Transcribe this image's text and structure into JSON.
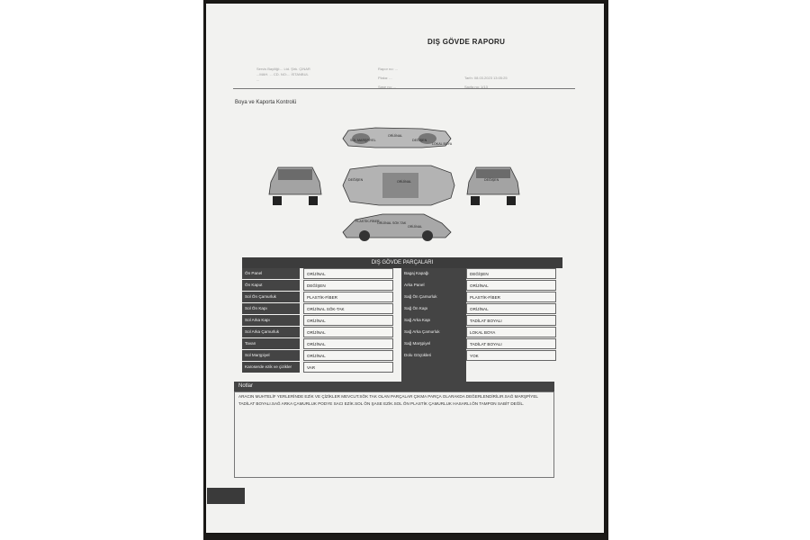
{
  "document": {
    "title": "DIŞ GÖVDE RAPORU",
    "section_title": "Boya ve Kaporta Kontrolü",
    "header_left": [
      "Servis Bayiliği:... Ltd. Şirk. ÇINAR",
      "...MAH. ... CD. NO:... İSTANBUL",
      "..."
    ],
    "header_mid": [
      "Rapor no: ...",
      "Plaka: ...",
      "Şase no: ..."
    ],
    "header_right": [
      "Tarih: 08.03.2023 13:05:25",
      "Sayfa no: 1/13"
    ],
    "car_labels": {
      "top_left": "SOL MARŞPİYEL",
      "top_mid": "ORİJİNAL",
      "top_mid2": "DEĞİŞEN",
      "top_right": "LOKAL BOYA",
      "middle_left": "DEĞİŞEN",
      "middle_mid": "ORİJİNAL",
      "rear": "DEĞİŞEN",
      "bottom_a": "ORİJİNAL SÖK TAK",
      "bottom_b": "PLASTİK-FİBER",
      "bottom_c": "ORİJİNAL"
    }
  },
  "table": {
    "header": "DIŞ GÖVDE PARÇALARI",
    "left": [
      {
        "label": "Ön Panel",
        "value": "ORİJİNAL"
      },
      {
        "label": "Ön Kaput",
        "value": "DEĞİŞEN"
      },
      {
        "label": "Sol Ön Çamurluk",
        "value": "PLASTİK-FİBER"
      },
      {
        "label": "Sol Ön Kapı",
        "value": "ORİJİNAL SÖK-TAK"
      },
      {
        "label": "Sol Arka Kapı",
        "value": "ORİJİNAL"
      },
      {
        "label": "Sol Arka Çamurluk",
        "value": "ORİJİNAL"
      },
      {
        "label": "Tavan",
        "value": "ORİJİNAL"
      },
      {
        "label": "Sol Marşpiyel",
        "value": "ORİJİNAL"
      },
      {
        "label": "Karoserde ezik ve çizikler",
        "value": "VAR"
      }
    ],
    "right": [
      {
        "label": "Bagaj Kapağı",
        "value": "DEĞİŞEN"
      },
      {
        "label": "Arka Panel",
        "value": "ORİJİNAL"
      },
      {
        "label": "Sağ Ön Çamurluk",
        "value": "PLASTİK-FİBER"
      },
      {
        "label": "Sağ Ön Kapı",
        "value": "ORİJİNAL"
      },
      {
        "label": "Sağ Arka Kapı",
        "value": "TADİLAT BOYALI"
      },
      {
        "label": "Sağ Arka Çamurluk",
        "value": "LOKAL BOYA"
      },
      {
        "label": "Sağ Marşpiyel",
        "value": "TADİLAT BOYALI"
      },
      {
        "label": "Dolu Göçükleri",
        "value": "YOK"
      }
    ]
  },
  "notes": {
    "title": "Notlar",
    "text": "ARACIN MUHTELİF YERLERİNDE EZİK VE ÇİZİKLER MEVCUT.SÖK TAK OLAN PARÇALAR ÇIKMA PARÇA OLARAKDA DEĞERLENDİRİLIR.SAĞ MARŞPİYEL TADİLAT BOYALI.SAĞ ARKA ÇAMURLUK PODYE SACI EZİK.SOL ÖN ŞASE EZİK.SOL ÖN PLASTİK ÇAMURLUK HASARLI.ÖN TAMPON SABİT DEĞİL."
  }
}
